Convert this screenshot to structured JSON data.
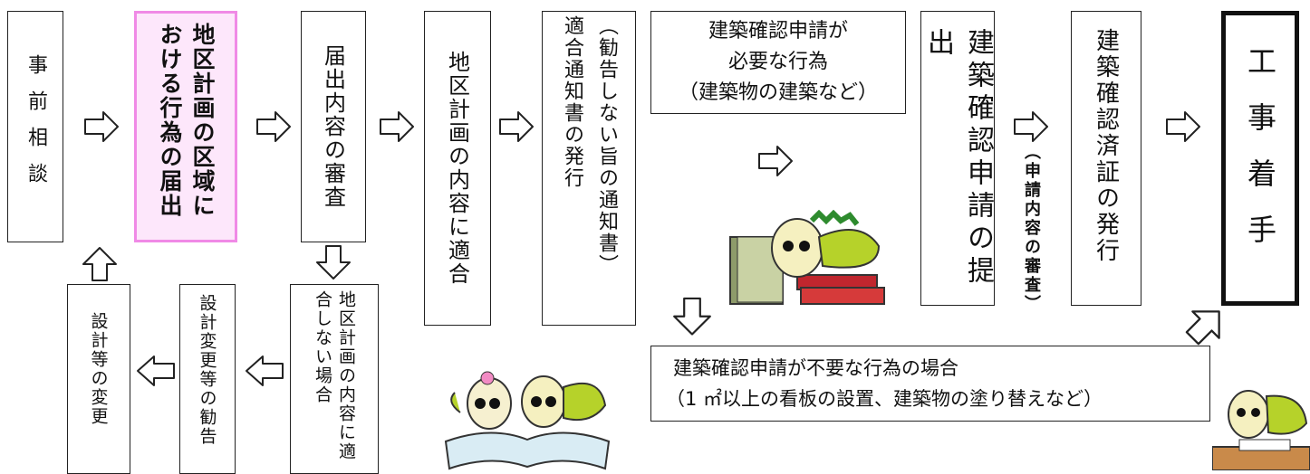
{
  "colors": {
    "highlight_fill": "#fde7fb",
    "highlight_border": "#f08ae6",
    "arrow_stroke": "#222222"
  },
  "nodes": {
    "consult": "事前相談",
    "notify": "地区計画の区域における行為の届出",
    "review": "届出内容の審査",
    "conform": "地区計画の内容に適合",
    "notice_line1": "（勧告しない旨の通知書）",
    "notice_line2": "適合通知書の発行",
    "need_confirm_1": "建築確認申請が",
    "need_confirm_2": "必要な行為",
    "need_confirm_3": "（建築物の建築など）",
    "submit": "建築確認申請の提出",
    "exam": "（申請内容の審査）",
    "cert": "建築確認済証の発行",
    "start": "工事着手",
    "nonconform": "地区計画の内容に適合しない場合",
    "recommend": "設計変更等の勧告",
    "change": "設計等の変更",
    "no_confirm_1": "建築確認申請が不要な行為の場合",
    "no_confirm_2": "（1 ㎡以上の看板の設置、建築物の塗り替えなど）"
  }
}
